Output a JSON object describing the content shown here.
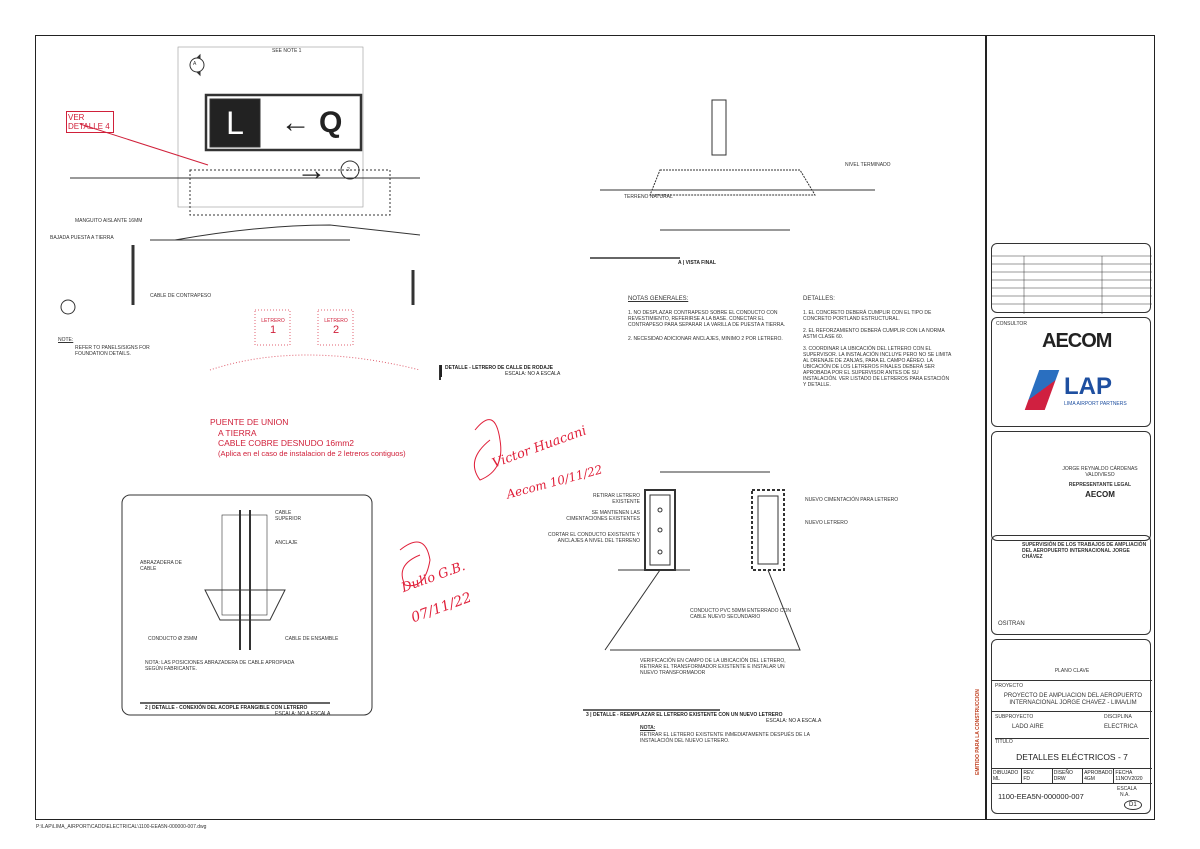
{
  "detail1": {
    "see_note": "SEE NOTE 1",
    "ver_detalle": "VER DETALLE 4",
    "sign_left": "L",
    "sign_right": "Q",
    "callout_a": "A",
    "callout_2": "2",
    "notes_left": [
      "MANGUITO AISLANTE 16mm",
      "BAJADA PUESTA A TIERRA",
      "CABLE DE CONTRAPESO",
      "NOTE:",
      "REFER TO PANELS/SIGNS FOR FOUNDATION DETAILS."
    ],
    "title": "DETALLE - LETRERO DE CALLE DE RODAJE",
    "scale": "ESCALA: NO A ESCALA"
  },
  "redline": {
    "letrero1": "LETRERO",
    "num1": "1",
    "letrero2": "LETRERO",
    "num2": "2",
    "puente": "PUENTE DE UNION",
    "tierra": "A TIERRA",
    "cable": "CABLE COBRE DESNUDO 16mm2",
    "aplica": "(Aplica en el caso de instalacion de 2 letreros contiguos)"
  },
  "vista": {
    "label": "A",
    "title": "VISTA FINAL",
    "terreno": "TERRENO NATURAL",
    "nivel": "NIVEL TERMINADO"
  },
  "notas": {
    "heading": "NOTAS GENERALES:",
    "items": [
      "1. NO DESPLAZAR CONTRAPESO SOBRE EL CONDUCTO CON REVESTIMIENTO, REFERIRSE A LA BASE. CONECTAR EL CONTRAPESO PARA SEPARAR LA VARILLA DE PUESTA A TIERRA.",
      "2. NECESIDAD ADICIONAR ANCLAJES, MINIMO 2 POR LETRERO."
    ]
  },
  "detalles": {
    "heading": "DETALLES:",
    "items": [
      "1. EL CONCRETO DEBERÁ CUMPLIR CON EL TIPO DE CONCRETO PORTLAND ESTRUCTURAL.",
      "2. EL REFORZAMIENTO DEBERÁ CUMPLIR CON LA NORMA ASTM CLASE 60.",
      "3. COORDINAR LA UBICACIÓN DEL LETRERO CON EL SUPERVISOR. LA INSTALACIÓN INCLUYE PERO NO SE LIMITA AL DRENAJE DE ZANJAS, PARA EL CAMPO AÉREO. LA UBICACIÓN DE LOS LETREROS FINALES DEBERÁ SER APROBADA POR EL SUPERVISOR ANTES DE SU INSTALACIÓN. VER LISTADO DE LETREROS PARA ESTACIÓN Y DETALLE."
    ]
  },
  "detail2": {
    "num": "2",
    "title": "DETALLE - CONEXIÓN DEL ACOPLE FRANGIBLE CON LETRERO",
    "scale": "ESCALA: NO A ESCALA",
    "labels": [
      "ABRAZADERA DE CABLE",
      "CABLE SUPERIOR",
      "ANCLAJE",
      "CONDUCTO Ø 25mm",
      "CABLE DE ENSAMBLE"
    ],
    "nota": "NOTA: LAS POSICIONES ABRAZADERA DE CABLE APROPIADA SEGÚN FABRICANTE."
  },
  "detail3": {
    "num": "3",
    "title": "DETALLE - REEMPLAZAR EL LETRERO EXISTENTE CON UN NUEVO LETRERO",
    "scale": "ESCALA: NO A ESCALA",
    "labels": [
      "RETIRAR LETRERO EXISTENTE",
      "SE MANTIENEN LAS CIMENTACIONES EXISTENTES",
      "CORTAR EL CONDUCTO EXISTENTE Y ANCLAJES A NIVEL DEL TERRENO",
      "NUEVO CIMENTACIÓN PARA LETRERO",
      "NUEVO LETRERO",
      "CONDUCTO PVC 50mm ENTERRADO CON CABLE NUEVO SECUNDARIO",
      "VERIFICACIÓN EN CAMPO DE LA UBICACIÓN DEL LETRERO, RETIRAR EL TRANSFORMADOR EXISTENTE E INSTALAR UN NUEVO TRANSFORMADOR"
    ],
    "nota": "NOTA:",
    "nota_text": "RETIRAR EL LETRERO EXISTENTE INMEDIATAMENTE DESPUÉS DE LA INSTALACIÓN DEL NUEVO LETRERO."
  },
  "signatures": {
    "s1": "Victor Huacani",
    "s1b": "Aecom 10/11/22",
    "s2": "Dulio G.B.",
    "s2b": "07/11/22"
  },
  "title_block": {
    "client_label": "CONSULTOR",
    "aecom": "AECOM",
    "lap": "LAP",
    "lap_sub": "LIMA AIRPORT PARTNERS",
    "rep_name": "Jorge Reynaldo Cárdenas Valdivieso",
    "rep_role": "REPRESENTANTE LEGAL",
    "rep_company": "AECOM",
    "ositran_text": "SUPERVISIÓN DE LOS TRABAJOS DE AMPLIACIÓN DEL AEROPUERTO INTERNACIONAL JORGE CHÁVEZ",
    "ositran": "OSITRAN",
    "plano_clave": "PLANO CLAVE",
    "project_label": "PROYECTO",
    "project": "PROYECTO DE AMPLIACION DEL AEROPUERTO INTERNACIONAL JORGE CHAVEZ - LIMA/LIM",
    "area_label": "SUBPROYECTO",
    "area": "LADO AIRE",
    "disc_label": "DISCIPLINA",
    "disc": "ELECTRICA",
    "title_label": "TITULO",
    "title": "DETALLES ELÉCTRICOS - 7",
    "meta": [
      {
        "k": "DIBUJADO",
        "v": "ML"
      },
      {
        "k": "REV.",
        "v": "FD"
      },
      {
        "k": "DISEÑO",
        "v": "DRW"
      },
      {
        "k": "APROBADO",
        "v": "4GM"
      },
      {
        "k": "FECHA",
        "v": "11NOV2020"
      }
    ],
    "drawing_no": "1100-EEA5N-000000-007",
    "escala_label": "ESCALA",
    "escala": "N.A.",
    "rev": "D1",
    "issued": "EMITIDO PARA LA CONSTRUCCION"
  },
  "footer": "P:\\LAP\\LIMA_AIRPORT\\CADD\\ELECTRICAL\\1100-EEA5N-000000-007.dwg"
}
